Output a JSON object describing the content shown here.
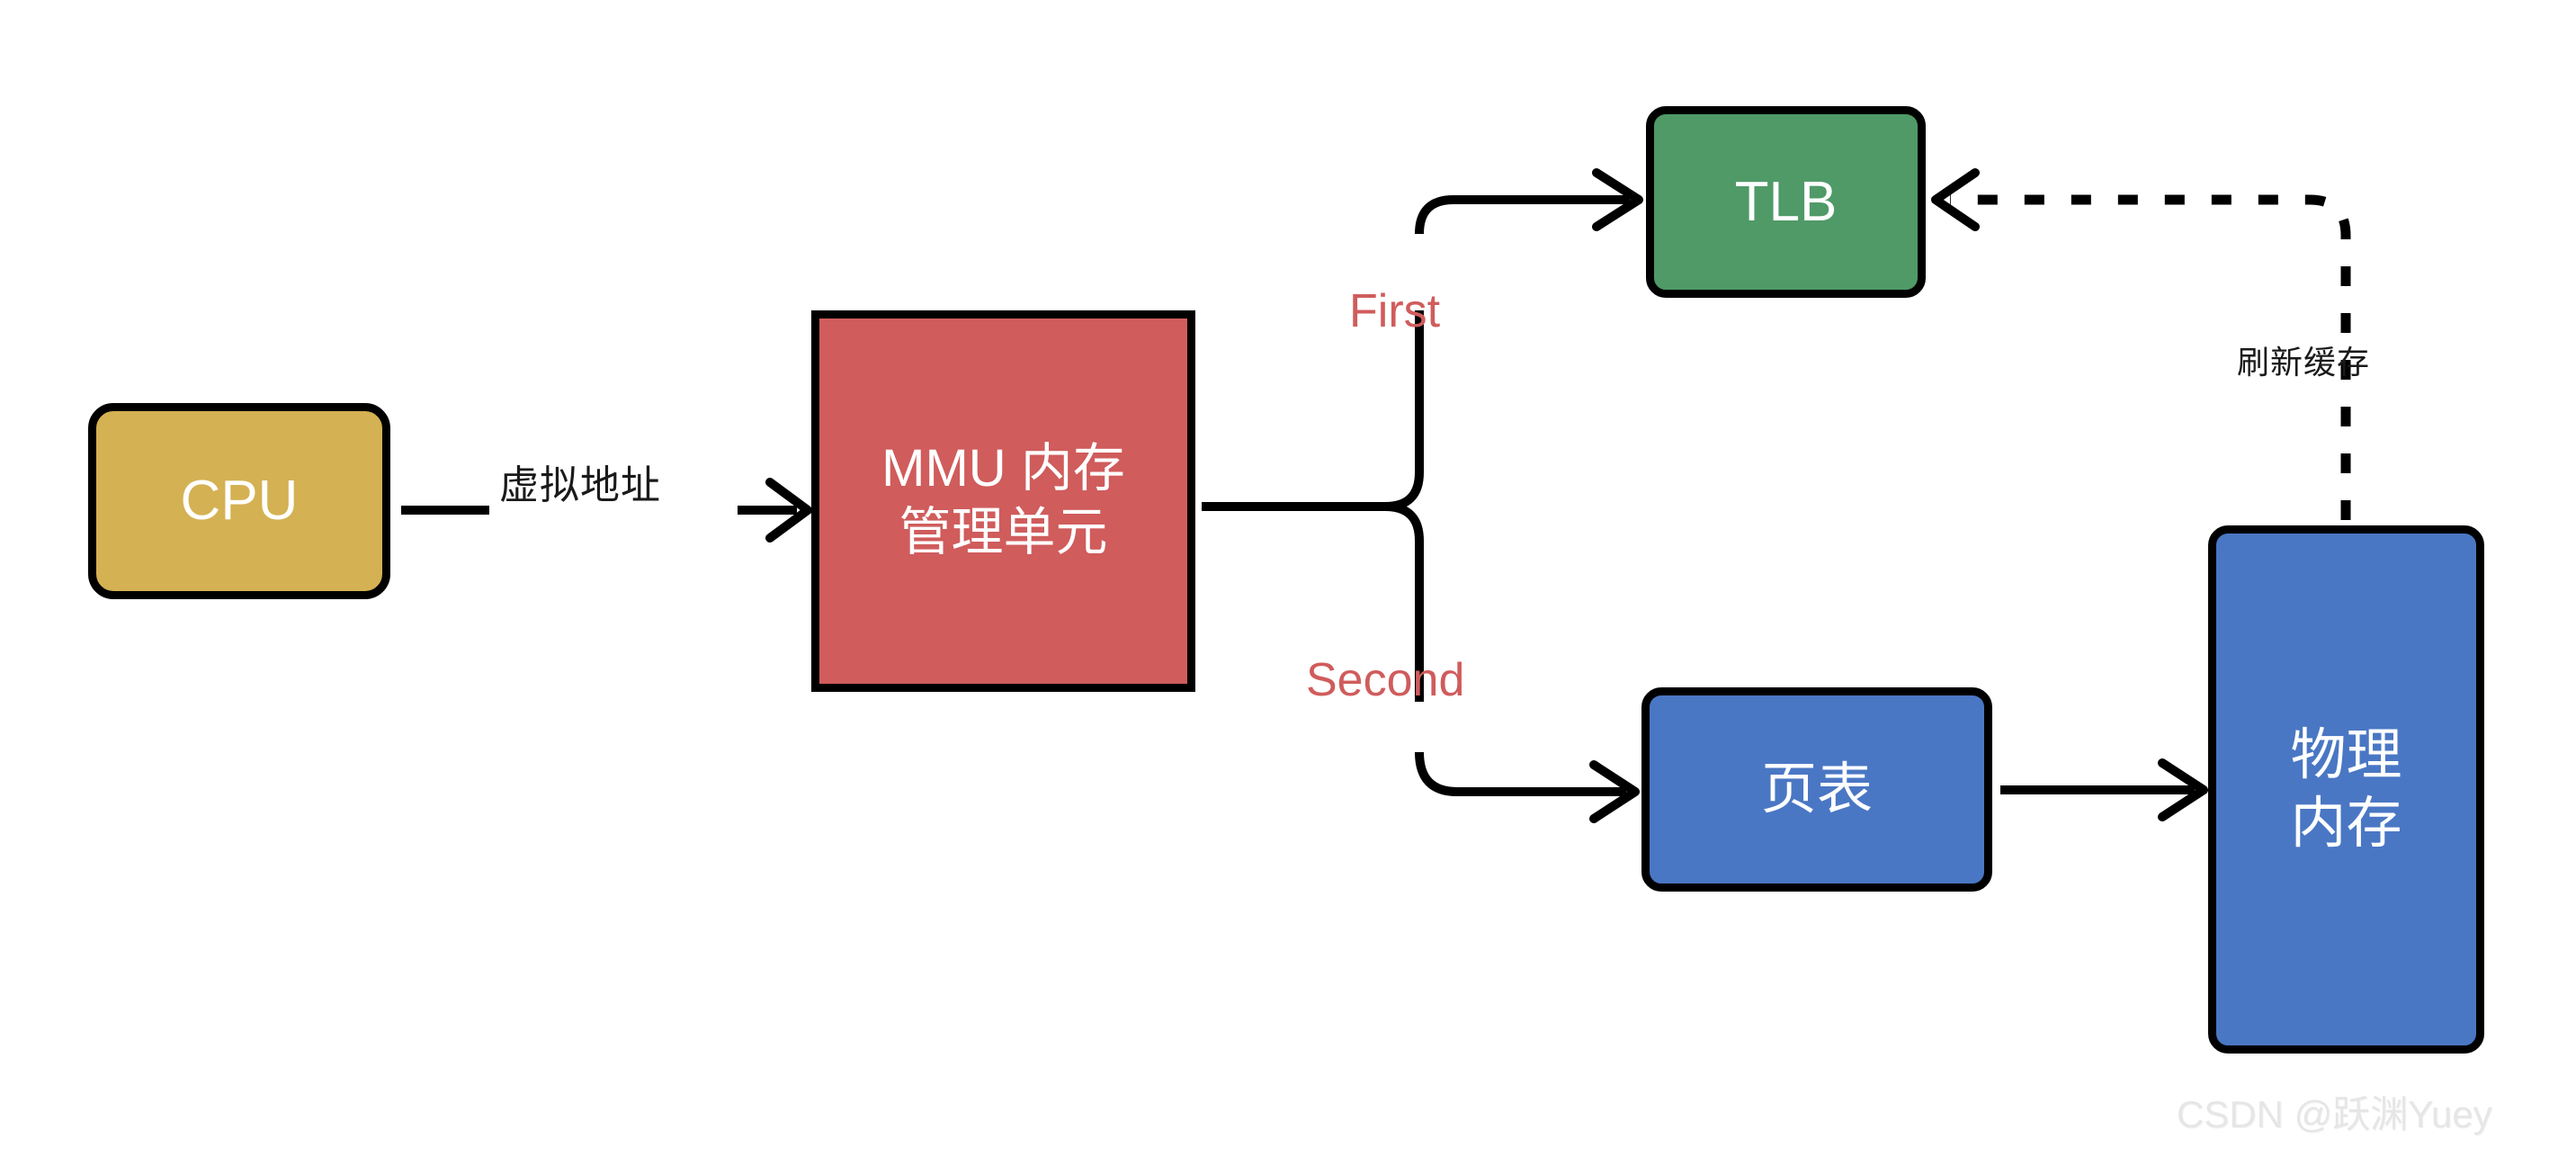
{
  "diagram": {
    "title": "MMU address translation flow",
    "background": "#ffffff",
    "nodes": {
      "cpu": {
        "label": "CPU",
        "color": "#d4b152"
      },
      "mmu": {
        "line1": "MMU 内存",
        "line2": "管理单元",
        "color": "#d05c5c"
      },
      "tlb": {
        "label": "TLB",
        "color": "#4f9a67"
      },
      "page_table": {
        "label": "页表",
        "color": "#4a77c4"
      },
      "phys_mem": {
        "line1": "物理",
        "line2": "内存",
        "color": "#4a77c4"
      }
    },
    "edges": {
      "cpu_to_mmu": {
        "label": "虚拟地址",
        "color": "#1a1a1a",
        "style": "solid"
      },
      "mmu_to_tlb": {
        "label": "First",
        "color": "#d05c5c",
        "style": "solid"
      },
      "mmu_to_page_table": {
        "label": "Second",
        "color": "#d05c5c",
        "style": "solid"
      },
      "page_table_to_physmem": {
        "label": "",
        "color": "#1a1a1a",
        "style": "solid"
      },
      "physmem_to_tlb": {
        "label": "刷新缓存",
        "color": "#1a1a1a",
        "style": "dashed"
      }
    },
    "watermark": "CSDN @跃渊Yuey"
  }
}
